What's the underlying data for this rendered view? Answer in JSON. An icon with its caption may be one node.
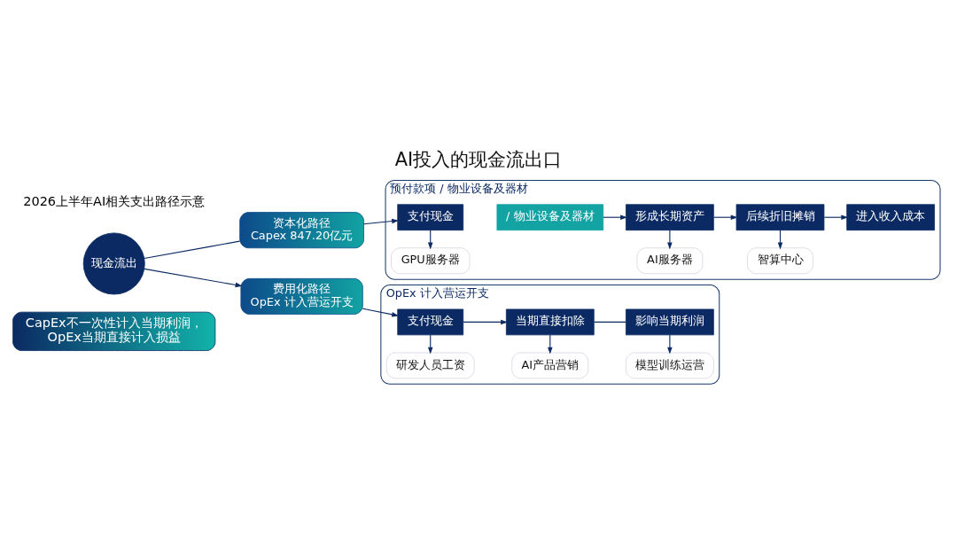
{
  "diagram": {
    "title": "AI投入的现金流出口",
    "nodes": [
      {
        "text": [
          "现金流出"
        ]
      },
      {
        "text": [
          "资本化路径",
          "Capex 847.20亿元"
        ]
      },
      {
        "text": [
          "费用化路径",
          "OpEx 计入营运开支"
        ]
      },
      {
        "text": [
          "预付款项 / 物业设备及器材"
        ]
      },
      {
        "text": [
          "支付现金"
        ],
        "in": 3
      },
      {
        "text": [
          "/ 物业设备及器材"
        ],
        "in": 3
      },
      {
        "text": [
          "形成长期资产"
        ],
        "in": 3
      },
      {
        "text": [
          "后续折旧摊销"
        ],
        "in": 3
      },
      {
        "text": [
          "进入收入成本"
        ],
        "in": 3
      },
      {
        "text": [
          "GPU服务器"
        ],
        "in": 3
      },
      {
        "text": [
          "AI服务器"
        ],
        "in": 3
      },
      {
        "text": [
          "智算中心"
        ],
        "in": 3
      },
      {
        "text": [
          "OpEx 计入营运开支"
        ]
      },
      {
        "text": [
          "支付现金"
        ],
        "in": 12
      },
      {
        "text": [
          "当期直接扣除"
        ],
        "in": 12
      },
      {
        "text": [
          "影响当期利润"
        ],
        "in": 12
      },
      {
        "text": [
          "研发人员工资"
        ],
        "in": 12
      },
      {
        "text": [
          "AI产品营销"
        ],
        "in": 12
      },
      {
        "text": [
          "模型训练运营"
        ],
        "in": 12
      },
      {
        "text": [
          "CapEx不一次性计入当期利润，OpEx当期直接计入损益"
        ]
      }
    ],
    "edges": [
      {
        "from": 0,
        "to": 1,
        "arrow": "none"
      },
      {
        "from": 0,
        "to": 2,
        "arrow": "to"
      },
      {
        "from": 1,
        "to": 4,
        "arrow": "to"
      },
      {
        "from": 5,
        "to": 6,
        "arrow": "to"
      },
      {
        "from": 6,
        "to": 7,
        "arrow": "to"
      },
      {
        "from": 7,
        "to": 8,
        "arrow": "to"
      },
      {
        "from": 4,
        "to": 9,
        "arrow": "to"
      },
      {
        "from": 6,
        "to": 10,
        "arrow": "to"
      },
      {
        "from": 7,
        "to": 11,
        "arrow": "to"
      },
      {
        "from": 2,
        "to": 13,
        "arrow": "to"
      },
      {
        "from": 13,
        "to": 14,
        "arrow": "to"
      },
      {
        "from": 14,
        "to": 15,
        "arrow": "none"
      },
      {
        "from": 13,
        "to": 16,
        "arrow": "to"
      },
      {
        "from": 14,
        "to": 17,
        "arrow": "to"
      },
      {
        "from": 15,
        "to": 18,
        "arrow": "to"
      }
    ],
    "labels": [
      "2026上半年AI相关支出路径示意"
    ]
  }
}
